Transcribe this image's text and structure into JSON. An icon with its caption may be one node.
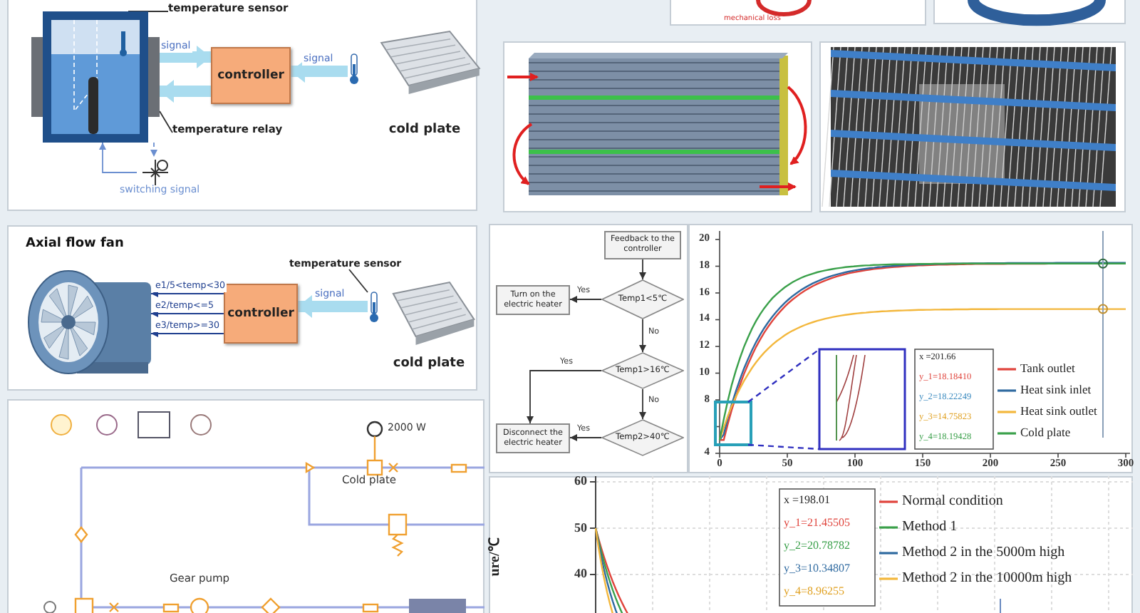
{
  "diagram": {
    "nodes": [
      {
        "text": [],
        "shape": "picture"
      },
      {
        "text": [
          "temperature sensor"
        ]
      },
      {
        "text": [
          "controller"
        ]
      },
      {
        "text": [],
        "shape": "picture"
      },
      {
        "text": [
          "cold plate"
        ]
      },
      {
        "text": [
          "temperature relay"
        ]
      },
      {
        "text": [],
        "shape": "picture",
        "beside": [
          "switching signal"
        ]
      },
      {
        "text": [
          "Axial flow fan"
        ]
      },
      {
        "text": [
          "controller"
        ]
      },
      {
        "text": [],
        "shape": "picture"
      },
      {
        "text": [
          "temperature sensor"
        ]
      },
      {
        "text": [
          "cold plate"
        ]
      },
      {
        "text": [
          "Feedback to the controller"
        ]
      },
      {
        "text": [
          "Temp1<5℃"
        ]
      },
      {
        "text": [
          "Turn on the electric heater"
        ]
      },
      {
        "text": [
          "Temp1>16℃"
        ]
      },
      {
        "text": [
          "Temp2>40℃"
        ]
      },
      {
        "text": [
          "Disconnect the electric heater"
        ]
      }
    ],
    "edges": [
      {
        "from": 1,
        "to": 0,
        "arrow": "none"
      },
      {
        "from": 0,
        "to": 2,
        "arrow": "to",
        "label": "signal",
        "style": "thick",
        "color": "#a9dcef"
      },
      {
        "from": 2,
        "to": 0,
        "arrow": "to",
        "style": "thick",
        "color": "#a9dcef"
      },
      {
        "from": 3,
        "to": 2,
        "arrow": "to",
        "label": "signal",
        "style": "thick",
        "color": "#a9dcef"
      },
      {
        "from": 5,
        "to": 0,
        "arrow": "none"
      },
      {
        "from": 0,
        "to": 6,
        "arrow": "to",
        "style": "dashed",
        "color": "#6b8fd0"
      },
      {
        "from": 6,
        "to": 0,
        "arrow": "to",
        "color": "#6b8fd0"
      },
      {
        "from": 8,
        "to": 7,
        "arrow": "to",
        "label": "e1/5<temp<30",
        "color": "#1f3f8f"
      },
      {
        "from": 8,
        "to": 7,
        "arrow": "to",
        "label": "e2/temp<=5",
        "color": "#1f3f8f"
      },
      {
        "from": 8,
        "to": 7,
        "arrow": "to",
        "label": "e3/temp>=30",
        "color": "#1f3f8f"
      },
      {
        "from": 9,
        "to": 8,
        "arrow": "to",
        "label": "signal",
        "style": "thick",
        "color": "#a9dcef"
      },
      {
        "from": 10,
        "to": 9,
        "arrow": "none"
      },
      {
        "from": 12,
        "to": 13,
        "arrow": "to"
      },
      {
        "from": 13,
        "to": 14,
        "arrow": "to",
        "label": "Yes"
      },
      {
        "from": 13,
        "to": 15,
        "arrow": "to",
        "label": "No"
      },
      {
        "from": 15,
        "to": 17,
        "arrow": "to",
        "label": "Yes"
      },
      {
        "from": 15,
        "to": 16,
        "arrow": "to",
        "label": "No"
      },
      {
        "from": 16,
        "to": 17,
        "arrow": "to",
        "label": "Yes"
      }
    ],
    "labels": [
      "mechanical loss",
      "2000 W",
      "Cold plate",
      "Gear pump",
      "20",
      "18",
      "16",
      "14",
      "12",
      "10",
      "8",
      "4",
      "0",
      "50",
      "100",
      "150",
      "200",
      "250",
      "300",
      "x =201.66",
      "y_1=18.18410",
      "y_2=18.22249",
      "y_3=14.75823",
      "y_4=18.19428",
      "60",
      "50",
      "40",
      "ure/℃",
      "x =198.01",
      "y_1=21.45505",
      "y_2=20.78782",
      "y_3=10.34807",
      "y_4=8.96255"
    ],
    "legend": [
      {
        "text": "Tank outlet"
      },
      {
        "text": "Heat sink inlet"
      },
      {
        "text": "Heat sink outlet"
      },
      {
        "text": "Cold plate"
      },
      {
        "text": "Normal condition"
      },
      {
        "text": "Method 1"
      },
      {
        "text": "Method 2 in the 5000m high"
      },
      {
        "text": "Method 2 in the 10000m high"
      }
    ]
  }
}
